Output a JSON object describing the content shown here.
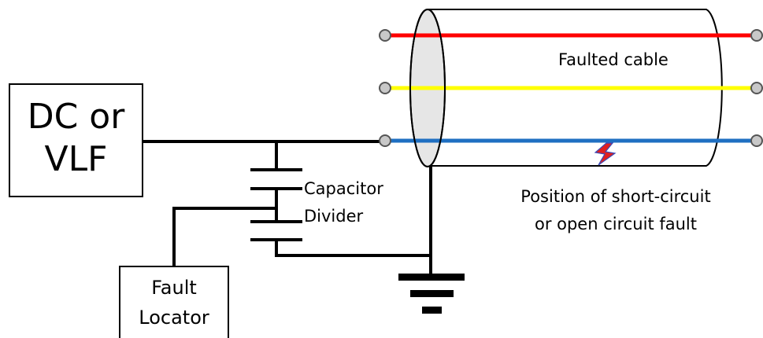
{
  "source_box": {
    "line1": "DC or",
    "line2": "VLF"
  },
  "cable": {
    "label": "Faulted cable",
    "conductor_colors": [
      "#ff0000",
      "#ffff00",
      "#1f6fc2"
    ]
  },
  "capacitor_divider": {
    "line1": "Capacitor",
    "line2": "Divider"
  },
  "fault_locator": {
    "line1": "Fault",
    "line2": "Locator"
  },
  "fault_position": {
    "line1": "Position of short-circuit",
    "line2": "or open circuit fault"
  },
  "icons": [
    "ground-symbol-icon",
    "lightning-fault-icon",
    "terminal-icon"
  ]
}
